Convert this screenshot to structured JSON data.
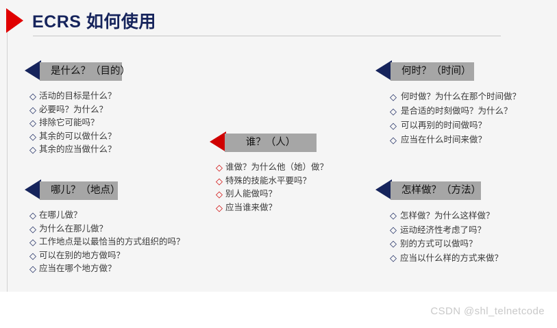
{
  "slide": {
    "title": "ECRS 如何使用",
    "background_color": "#f5f5f5",
    "title_color": "#16245c",
    "marker_color": "#e00000",
    "accent_navy": "#16245c",
    "accent_red": "#cf0000",
    "label_box_color": "#a6a6a6"
  },
  "sections": [
    {
      "id": "purpose",
      "label": "是什么？（目的）",
      "arrow_color": "#16245c",
      "bullet_color": "#16245c",
      "bullet_glyph": "◇",
      "items": [
        "活动的目标是什么？",
        "必要吗？为什么？",
        "排除它可能吗？",
        "其余的可以做什么？",
        "其余的应当做什么？"
      ]
    },
    {
      "id": "place",
      "label": "哪儿？（地点）",
      "arrow_color": "#16245c",
      "bullet_color": "#16245c",
      "bullet_glyph": "◇",
      "items": [
        "在哪儿做？",
        "为什么在那儿做？",
        "工作地点是以最恰当的方式组织的吗？",
        "可以在别的地方做吗？",
        "应当在哪个地方做？"
      ]
    },
    {
      "id": "who",
      "label": "谁？（人）",
      "arrow_color": "#cf0000",
      "bullet_color": "#cf0000",
      "bullet_glyph": "◇",
      "items": [
        "谁做？为什么他（她）做？",
        "特殊的技能水平要吗？",
        "别人能做吗？",
        "应当谁来做？"
      ]
    },
    {
      "id": "time",
      "label": "何时？（时间）",
      "arrow_color": "#16245c",
      "bullet_color": "#16245c",
      "bullet_glyph": "◇",
      "items": [
        "何时做？为什么在那个时间做？",
        "是合适的时刻做吗？为什么？",
        "可以再别的时间做吗？",
        "应当在什么时间来做？"
      ]
    },
    {
      "id": "method",
      "label": "怎样做？（方法）",
      "arrow_color": "#16245c",
      "bullet_color": "#16245c",
      "bullet_glyph": "◇",
      "items": [
        "怎样做？为什么这样做？",
        "运动经济性考虑了吗？",
        "别的方式可以做吗？",
        "应当以什么样的方式来做？"
      ]
    }
  ],
  "watermark": "CSDN @shl_telnetcode"
}
